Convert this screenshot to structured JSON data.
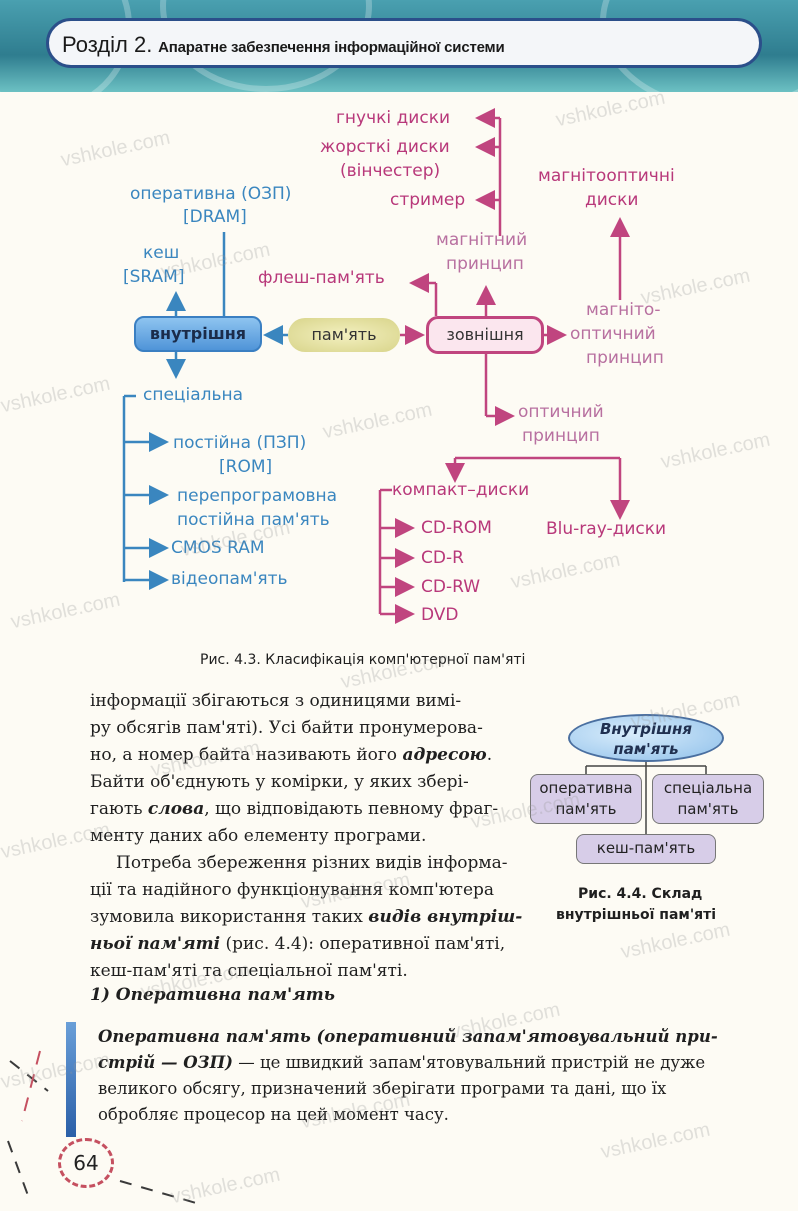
{
  "header": {
    "chapter": "Розділ 2.",
    "subtitle": "Апаратне забезпечення інформаційної системи"
  },
  "diagram1": {
    "center": "пам'ять",
    "internal": "внутрішня",
    "external": "зовнішня",
    "ram_line1": "оперативна (ОЗП)",
    "ram_line2": "[DRAM]",
    "cache_line1": "кеш",
    "cache_line2": "[SRAM]",
    "special": "спеціальна",
    "rom_line1": "постійна (ПЗП)",
    "rom_line2": "[ROM]",
    "eeprom_line1": "перепрограмовна",
    "eeprom_line2": "постійна пам'ять",
    "cmos": "CMOS RAM",
    "video": "відеопам'ять",
    "floppy": "гнучкі диски",
    "hdd_line1": "жорсткі диски",
    "hdd_line2": "(вінчестер)",
    "streamer": "стример",
    "magnetic_line1": "магнітний",
    "magnetic_line2": "принцип",
    "flash": "флеш-пам'ять",
    "mo_discs_line1": "магнітооптичні",
    "mo_discs_line2": "диски",
    "mo_principle_line1": "магніто-",
    "mo_principle_line2": "оптичний",
    "mo_principle_line3": "принцип",
    "optical_line1": "оптичний",
    "optical_line2": "принцип",
    "compact": "компакт–диски",
    "bluray": "Blu-ray-диски",
    "cdrom": "CD-ROM",
    "cdr": "CD-R",
    "cdrw": "CD-RW",
    "dvd": "DVD"
  },
  "caption1": "Рис. 4.3. Класифікація комп'ютерної пам'яті",
  "body": {
    "l1": "інформації збігаються з одиницями вимі-",
    "l2": "ру обсягів пам'яті). Усі байти пронумерова-",
    "l3a": "но, а номер байта називають його ",
    "l3b": "адресою",
    "l3c": ".",
    "l4": "Байти об'єднують у комірки, у яких зберi-",
    "l5a": "гають ",
    "l5b": "слова",
    "l5c": ", що відповідають певному фраг-",
    "l6": "менту даних або елементу програми.",
    "l7": "Потреба збереження різних видів інформа-",
    "l8": "ції та надійного функціонування комп'ютера",
    "l9a": "зумовила використання таких ",
    "l9b": "видів внутріш-",
    "l10a": "ньої пам'яті",
    "l10b": " (рис. 4.4): оперативної пам'яті,",
    "l11": "кеш-пам'яті та спеціальної пам'яті."
  },
  "diagram2": {
    "top_line1": "Внутрішня",
    "top_line2": "пам'ять",
    "left_line1": "оперативна",
    "left_line2": "пам'ять",
    "right_line1": "спеціальна",
    "right_line2": "пам'ять",
    "bottom": "кеш-пам'ять"
  },
  "caption2_line1": "Рис. 4.4. Склад",
  "caption2_line2": "внутрішньої пам'яті",
  "section": "1) Оперативна пам'ять",
  "definition": {
    "d1a": "Оперативна пам'ять (оперативний запам'ятовувальний при-",
    "d2a": "стрій — ОЗП)",
    "d2b": " — це швидкий запам'ятовувальний пристрій не дуже",
    "d3": "великого обсягу, призначений зберігати програми та дані, що їх",
    "d4": "обробляє процесор на цей момент часу."
  },
  "page_number": "64",
  "watermark": "vshkole.com",
  "colors": {
    "magenta": "#b8387a",
    "blue": "#3a86bf",
    "header_border": "#2b4f8a"
  }
}
